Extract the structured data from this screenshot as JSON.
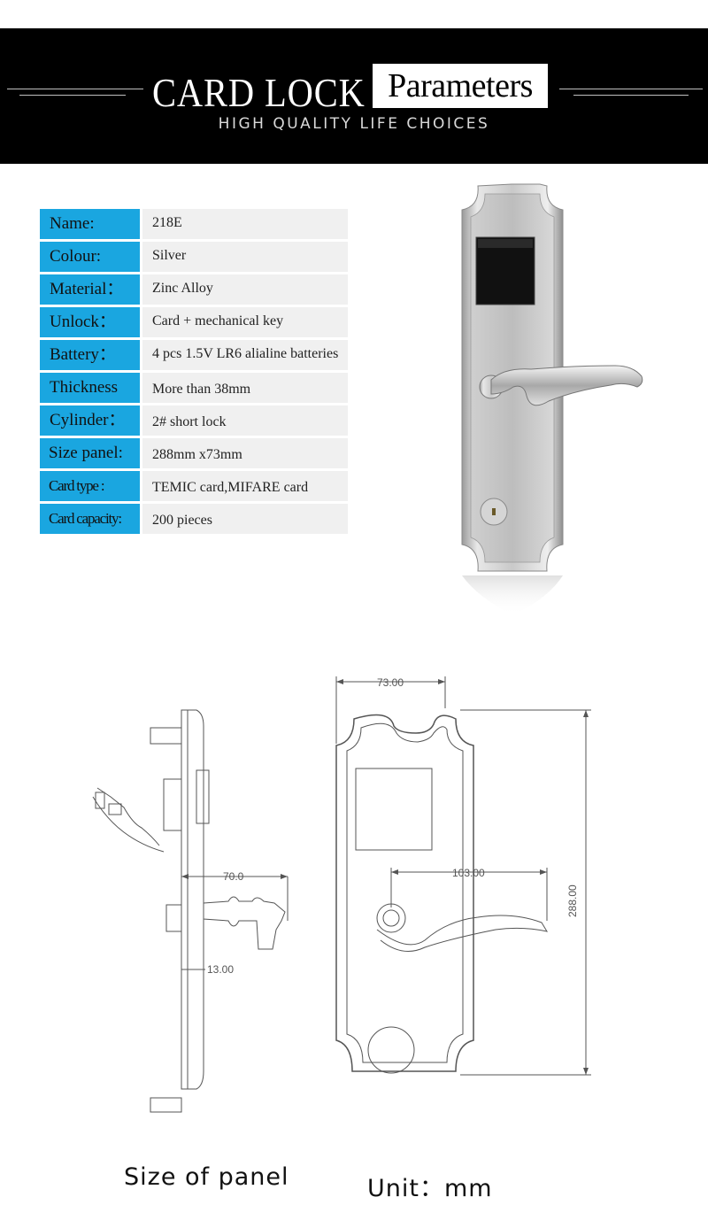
{
  "header": {
    "title_left": "CARD  LOCK",
    "title_right": "Parameters",
    "subtitle": "HIGH QUALITY LIFE CHOICES"
  },
  "parameters": [
    {
      "label": "Name:",
      "value": "218E"
    },
    {
      "label": "Colour:",
      "value": "Silver"
    },
    {
      "label": "Material：",
      "value": "Zinc Alloy"
    },
    {
      "label": "Unlock：",
      "value": "Card + mechanical key"
    },
    {
      "label": "Battery：",
      "value": "4 pcs 1.5V LR6 alialine batteries"
    },
    {
      "label": "Thickness",
      "value": "More than 38mm"
    },
    {
      "label": "Cylinder：",
      "value": "2# short lock"
    },
    {
      "label": "Size panel:",
      "value": "288mm x73mm"
    },
    {
      "label": "Card type :",
      "value": "TEMIC card,MIFARE card"
    },
    {
      "label": "Card capacity:",
      "value": "200 pieces"
    }
  ],
  "dimensions": {
    "width": "73.00",
    "height": "288.00",
    "handle_length": "103.00",
    "side_projection": "70.0",
    "panel_thickness": "13.00"
  },
  "captions": {
    "left": "Size of panel",
    "right": "Unit：mm"
  },
  "colors": {
    "banner": "#000000",
    "label_bg": "#1aa6e0",
    "value_bg": "#f0f0f0"
  }
}
